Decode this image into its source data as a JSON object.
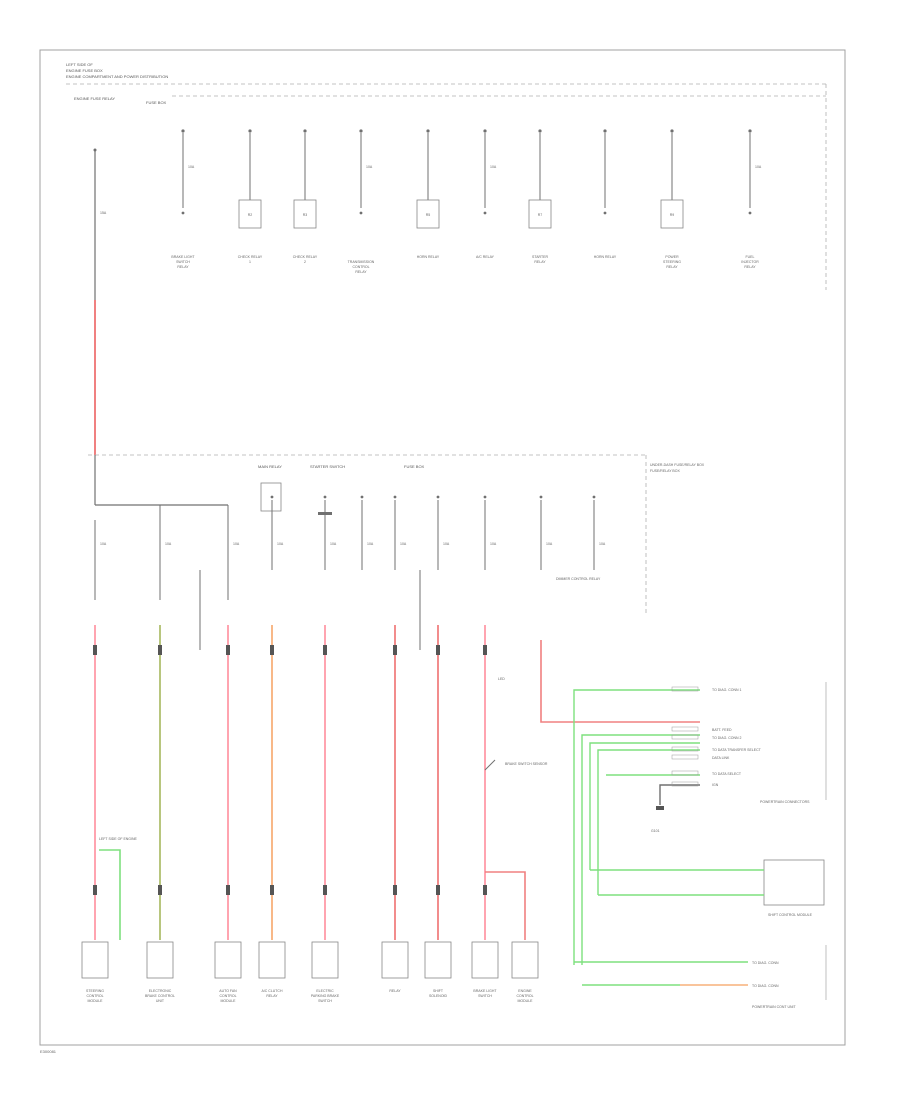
{
  "header": {
    "line1": "LEFT SIDE OF",
    "line2": "ENGINE FUSE BOX",
    "line3": "ENGINE COMPARTMENT AND POWER DISTRIBUTION"
  },
  "top_labels": {
    "relay_label": "ENGINE FUSE RELAY",
    "fuse_box_label": "FUSE BOX"
  },
  "top_components": [
    "BRAKE LIGHT SWITCH RELAY",
    "CHECK RELAY 1",
    "CHECK RELAY 2",
    "TRANSMISSION CONTROL RELAY",
    "HORN RELAY",
    "A/C RELAY",
    "STARTER RELAY",
    "HORN RELAY",
    "POWER STEERING RELAY",
    "FUEL INJECTOR RELAY"
  ],
  "mid_labels": {
    "relay": "MAIN RELAY",
    "starter": "STARTER SWITCH",
    "fusebox": "FUSE BOX",
    "right_box": "UNDER-DASH FUSE/RELAY BOX",
    "sub_box": "FUSE/RELAY BOX",
    "dimmer": "DIMMER CONTROL RELAY"
  },
  "left_note": "LEFT SIDE OF ENGINE",
  "bottom_components": [
    "STEERING CONTROL MODULE",
    "ELECTRONIC BRAKE CONTROL UNIT",
    "AUTO FAN CONTROL MODULE",
    "A/C CLUTCH RELAY",
    "ELECTRIC PARKING BRAKE SWITCH",
    "RELAY",
    "SHIFT SOLENOID",
    "BRAKE LIGHT SWITCH",
    "ENGINE CONTROL MODULE"
  ],
  "connector_labels": [
    "TO DIAG. CONN 1",
    "BATT. FEED",
    "TO DIAG. CONN 2",
    "TO DATA TRANSFER SELECT",
    "DATA LINK",
    "TO DATA SELECT",
    "IGN"
  ],
  "right_labels": {
    "pdc_label": "POWERTRAIN CONNECTORS",
    "ground": "G101",
    "shift_module": "SHIFT CONTROL MODULE",
    "conn_a": "TO DIAG. CONN",
    "conn_b": "TO DIAG. CONN",
    "bottom": "POWERTRAIN CONT UNIT",
    "led_label": "LED",
    "switch_label": "BRAKE SWITCH SENSOR"
  },
  "page_note": "E300081",
  "colors": {
    "frame": "#a0a0a0",
    "wire_black": "#707070",
    "wire_red": "#f08080",
    "wire_pink": "#ff9aa8",
    "wire_orange": "#f7b07a",
    "wire_green": "#7ee07e",
    "wire_yellowgreen": "#b0c070",
    "box": "#888888"
  }
}
